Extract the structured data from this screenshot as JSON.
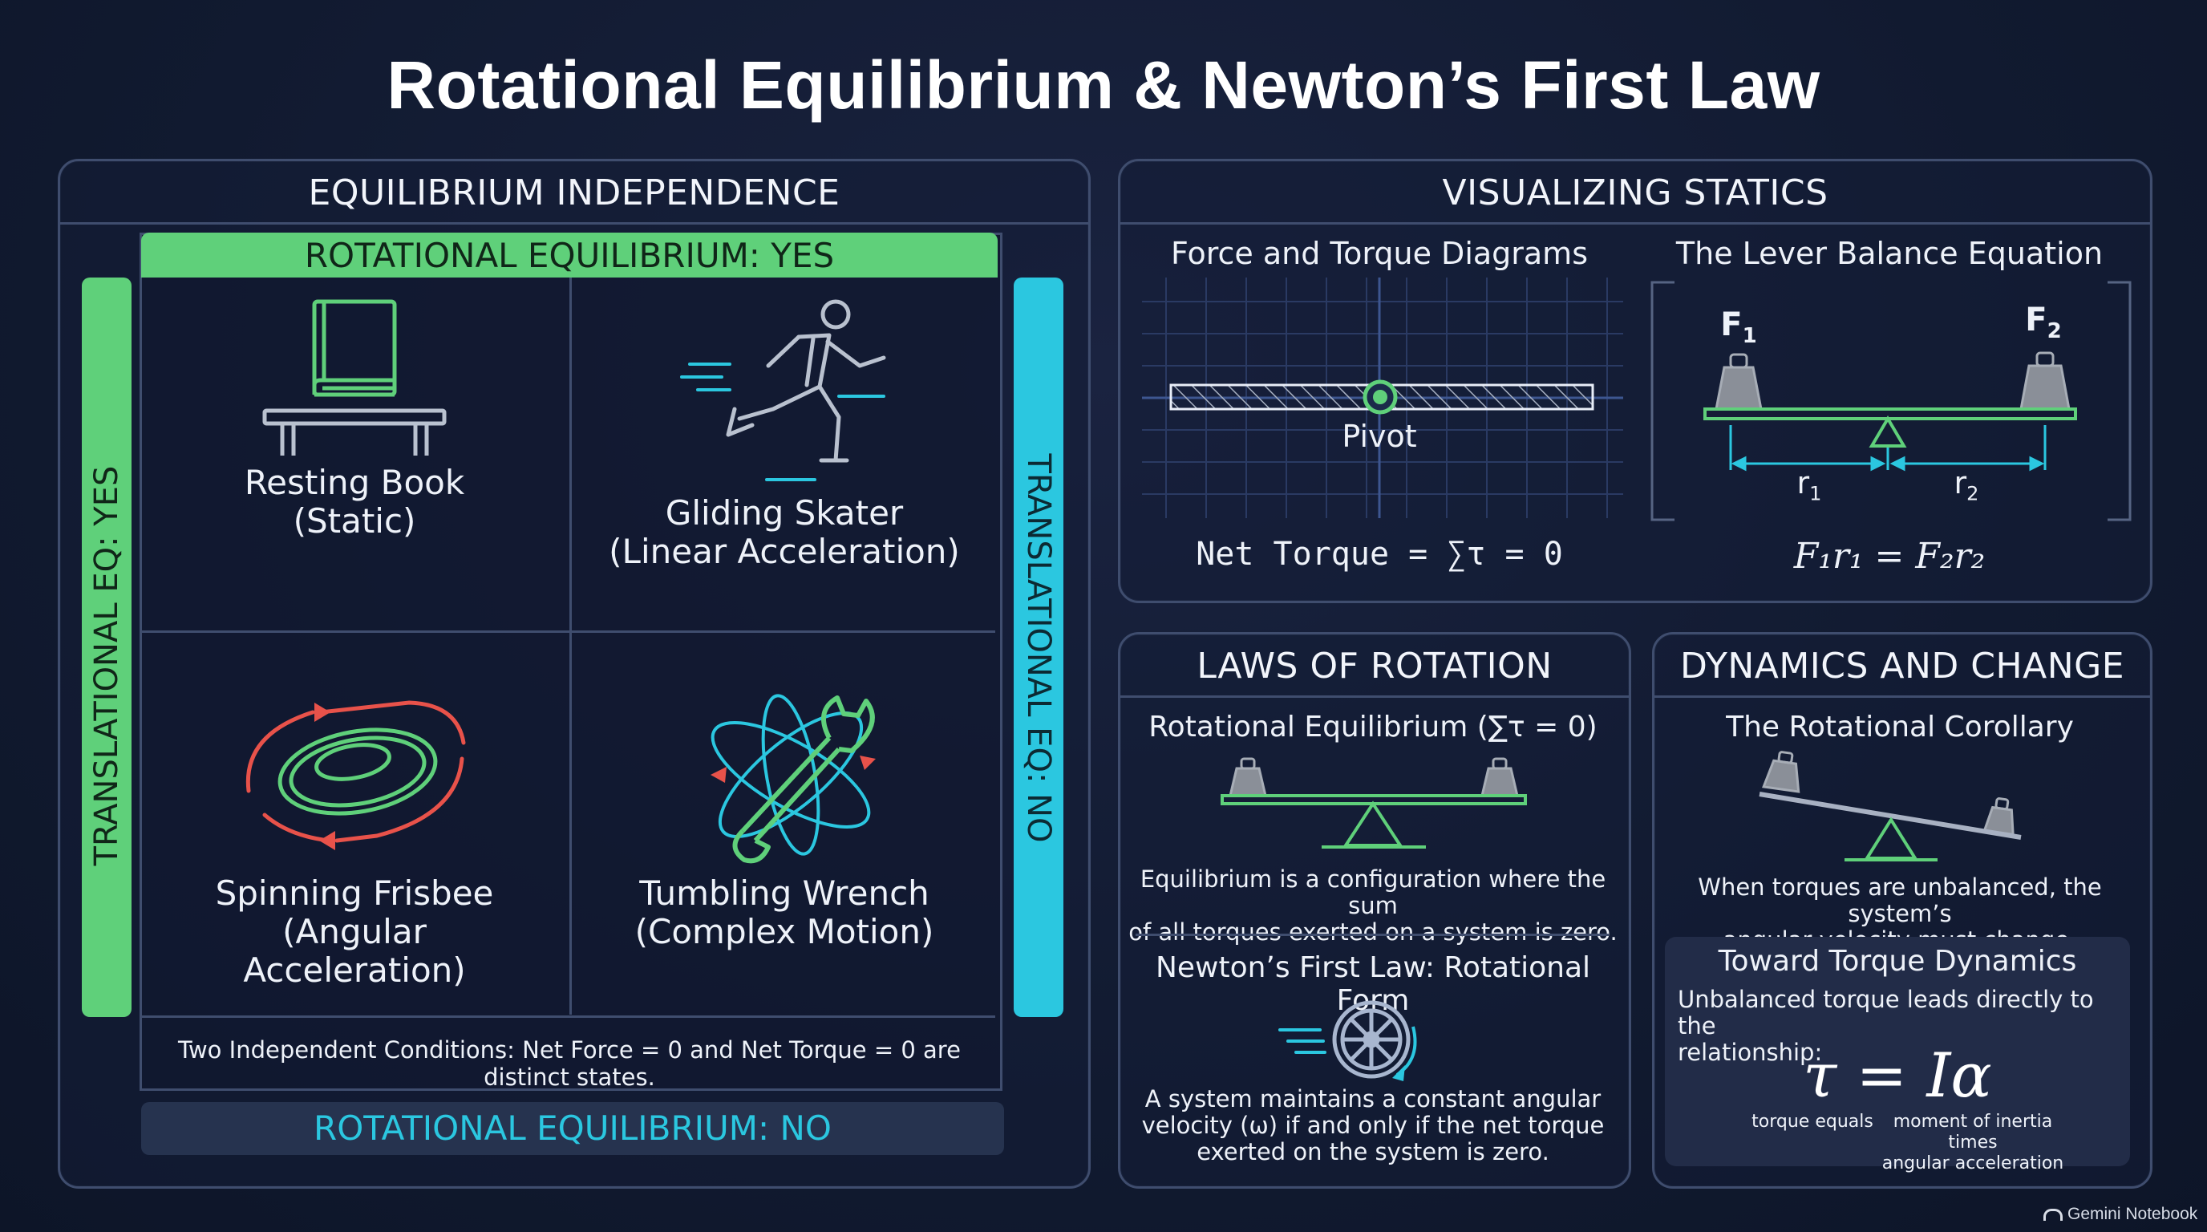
{
  "title": "Rotational Equilibrium & Newton’s First Law",
  "equilibrium_panel": {
    "heading": "EQUILIBRIUM INDEPENDENCE",
    "top_bar": "ROTATIONAL EQUILIBRIUM: YES",
    "bottom_bar": "ROTATIONAL EQUILIBRIUM: NO",
    "left_bar": "TRANSLATIONAL EQ: YES",
    "right_bar": "TRANSLATIONAL EQ: NO",
    "quadrants": [
      {
        "line1": "Resting Book",
        "line2": "(Static)"
      },
      {
        "line1": "Gliding Skater",
        "line2": "(Linear Acceleration)"
      },
      {
        "line1": "Spinning Frisbee",
        "line2": "(Angular Acceleration)"
      },
      {
        "line1": "Tumbling Wrench",
        "line2": "(Complex Motion)"
      }
    ],
    "footnote": "Two Independent Conditions: Net Force = 0 and Net Torque = 0 are distinct states."
  },
  "statics_panel": {
    "heading": "VISUALIZING STATICS",
    "left_title": "Force and Torque Diagrams",
    "pivot_label": "Pivot",
    "net_torque": "Net Torque = ∑τ = 0",
    "right_title": "The Lever Balance Equation",
    "f1": "F",
    "f1_sub": "1",
    "f2": "F",
    "f2_sub": "2",
    "r1": "r",
    "r1_sub": "1",
    "r2": "r",
    "r2_sub": "2",
    "equation": "F₁r₁ = F₂r₂"
  },
  "laws_panel": {
    "heading": "LAWS OF ROTATION",
    "sub1": "Rotational Equilibrium (∑τ = 0)",
    "text1a": "Equilibrium is a configuration where the sum",
    "text1b": "of all torques exerted on a system is zero.",
    "sub2": "Newton’s First Law: Rotational Form",
    "text2a": "A system maintains a constant angular",
    "text2b": "velocity (ω) if and only if the net torque",
    "text2c": "exerted on the system is zero."
  },
  "dynamics_panel": {
    "heading": "DYNAMICS AND CHANGE",
    "sub1": "The Rotational Corollary",
    "text1a": "When torques are unbalanced, the system’s",
    "text1b": "angular velocity must change.",
    "box_title": "Toward Torque Dynamics",
    "box_text_a": "Unbalanced torque leads directly to the",
    "box_text_b": "relationship:",
    "formula": "τ = Iα",
    "caption_left": "torque equals",
    "caption_right_a": "moment of inertia times",
    "caption_right_b": "angular acceleration"
  },
  "watermark": "Gemini Notebook",
  "colors": {
    "green": "#5fd07a",
    "cyan": "#2bc7e0",
    "red": "#e8524a",
    "grey_weight": "#8a8f98",
    "panel_border": "#3f4d6e"
  }
}
